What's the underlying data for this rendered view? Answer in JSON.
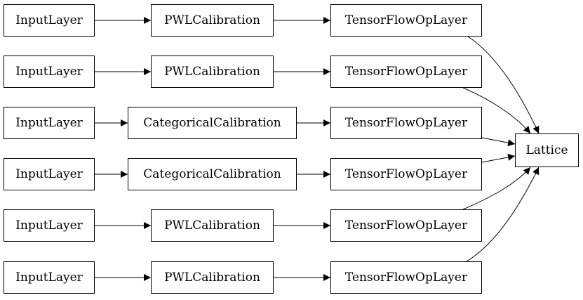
{
  "diagram": {
    "rows": [
      {
        "input": "InputLayer",
        "calibration": "PWLCalibration",
        "calibration_type": "pwl",
        "op": "TensorFlowOpLayer"
      },
      {
        "input": "InputLayer",
        "calibration": "PWLCalibration",
        "calibration_type": "pwl",
        "op": "TensorFlowOpLayer"
      },
      {
        "input": "InputLayer",
        "calibration": "CategoricalCalibration",
        "calibration_type": "cat",
        "op": "TensorFlowOpLayer"
      },
      {
        "input": "InputLayer",
        "calibration": "CategoricalCalibration",
        "calibration_type": "cat",
        "op": "TensorFlowOpLayer"
      },
      {
        "input": "InputLayer",
        "calibration": "PWLCalibration",
        "calibration_type": "pwl",
        "op": "TensorFlowOpLayer"
      },
      {
        "input": "InputLayer",
        "calibration": "PWLCalibration",
        "calibration_type": "pwl",
        "op": "TensorFlowOpLayer"
      }
    ],
    "output": "Lattice"
  }
}
